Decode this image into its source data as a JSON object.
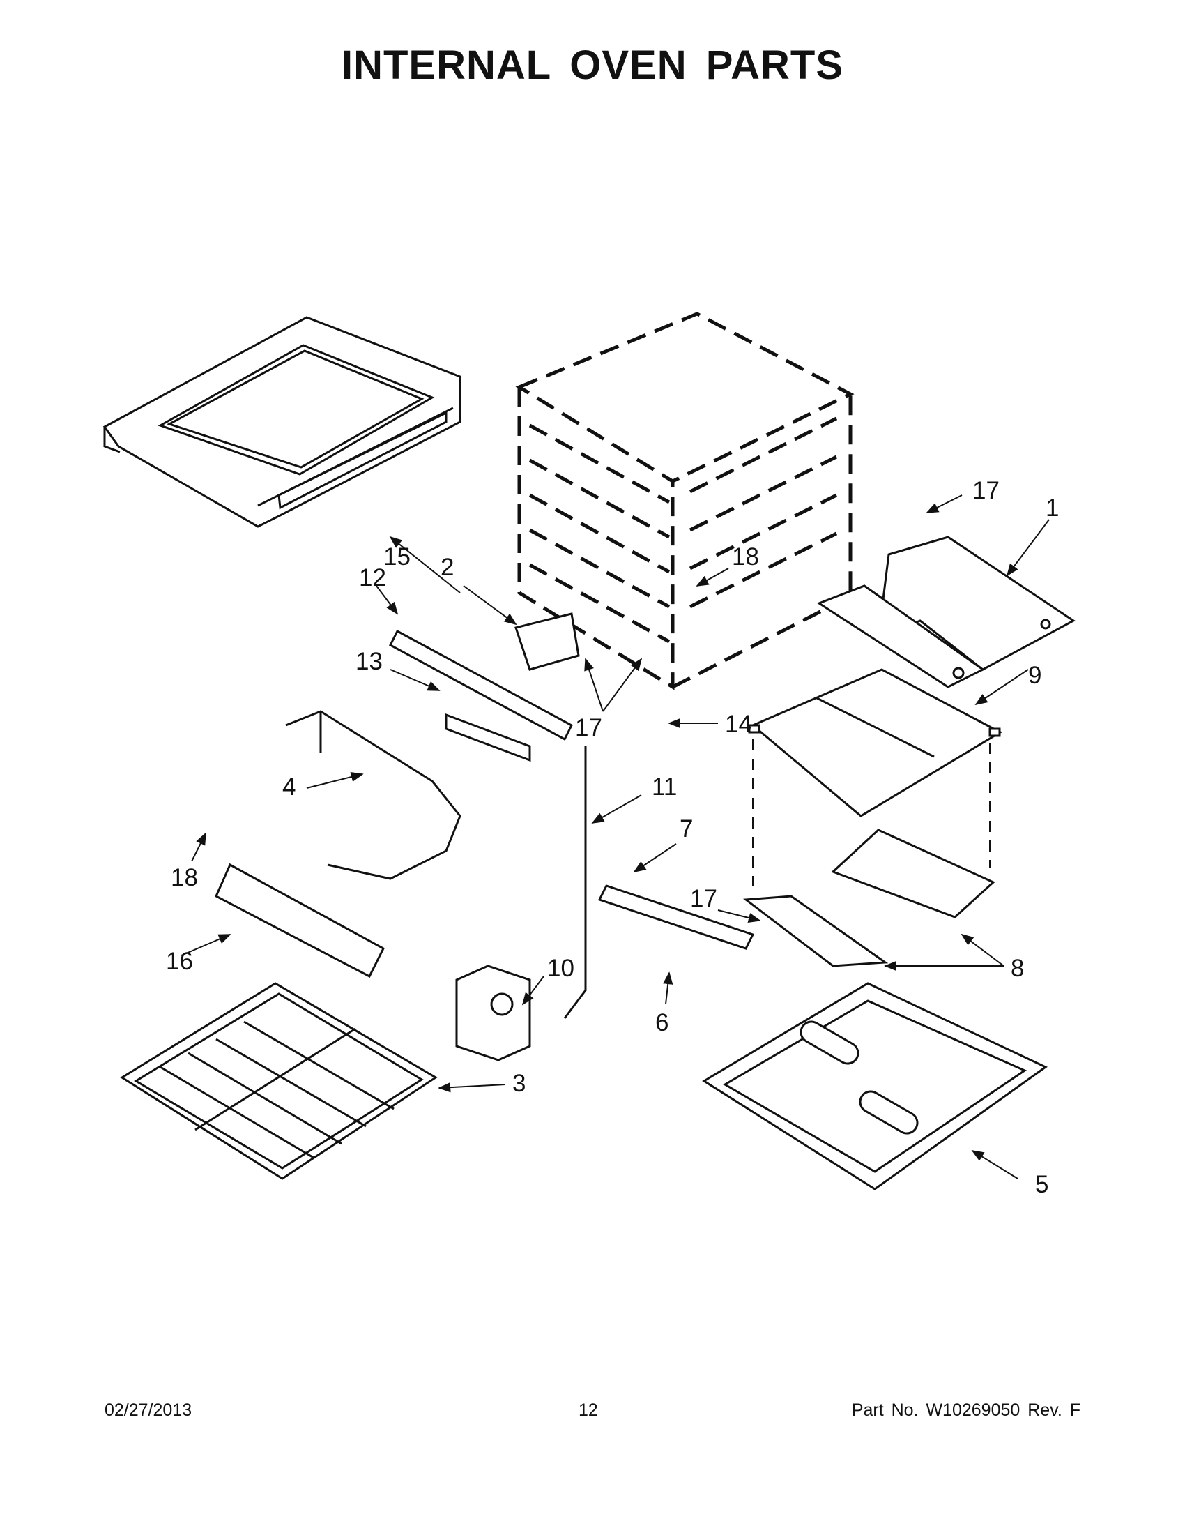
{
  "title": "INTERNAL OVEN PARTS",
  "callouts": [
    {
      "id": "c1",
      "label": "1"
    },
    {
      "id": "c2",
      "label": "2"
    },
    {
      "id": "c3",
      "label": "3"
    },
    {
      "id": "c4",
      "label": "4"
    },
    {
      "id": "c5",
      "label": "5"
    },
    {
      "id": "c6",
      "label": "6"
    },
    {
      "id": "c7",
      "label": "7"
    },
    {
      "id": "c8",
      "label": "8"
    },
    {
      "id": "c9",
      "label": "9"
    },
    {
      "id": "c10",
      "label": "10"
    },
    {
      "id": "c11",
      "label": "11"
    },
    {
      "id": "c12",
      "label": "12"
    },
    {
      "id": "c13",
      "label": "13"
    },
    {
      "id": "c14",
      "label": "14"
    },
    {
      "id": "c15",
      "label": "15"
    },
    {
      "id": "c16",
      "label": "16"
    },
    {
      "id": "c17a",
      "label": "17"
    },
    {
      "id": "c17b",
      "label": "17"
    },
    {
      "id": "c17c",
      "label": "17"
    },
    {
      "id": "c18a",
      "label": "18"
    },
    {
      "id": "c18b",
      "label": "18"
    }
  ],
  "footer": {
    "date": "02/27/2013",
    "page": "12",
    "part_number": "Part No.  W10269050  Rev.  F"
  }
}
